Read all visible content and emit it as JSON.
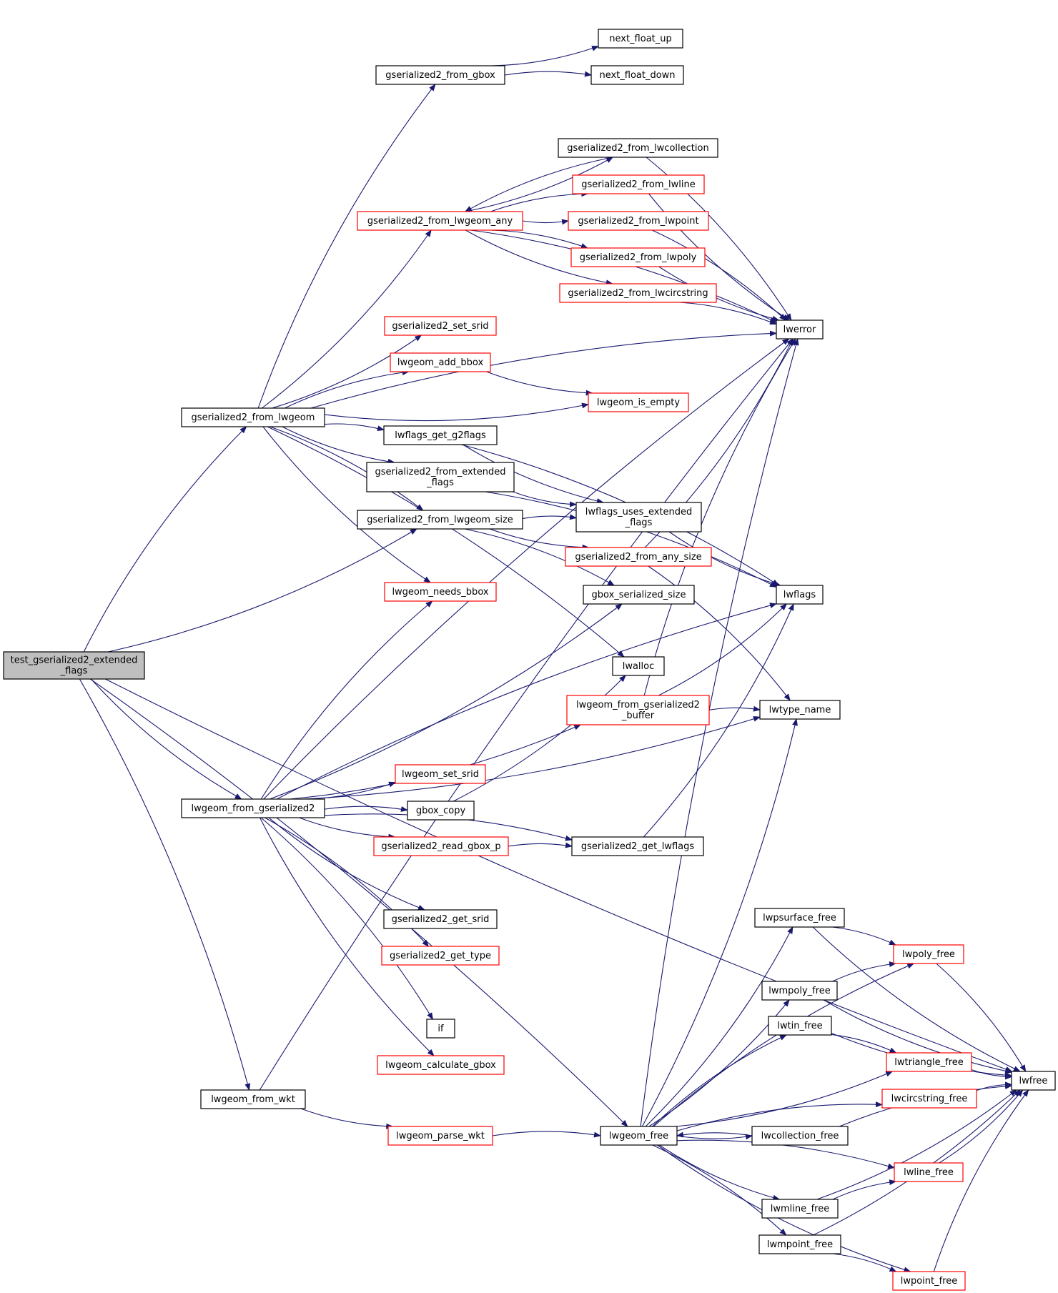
{
  "nodes": [
    {
      "id": "root",
      "lines": [
        "test_gserialized2_extended",
        "_flags"
      ],
      "root": true
    },
    {
      "id": "g2_from_lwgeom",
      "lines": [
        "gserialized2_from_lwgeom"
      ]
    },
    {
      "id": "lwgeom_from_g2",
      "lines": [
        "lwgeom_from_gserialized2"
      ]
    },
    {
      "id": "lwgeom_from_wkt",
      "lines": [
        "lwgeom_from_wkt"
      ]
    },
    {
      "id": "g2_from_gbox",
      "lines": [
        "gserialized2_from_gbox"
      ]
    },
    {
      "id": "next_float_up",
      "lines": [
        "next_float_up"
      ]
    },
    {
      "id": "next_float_down",
      "lines": [
        "next_float_down"
      ]
    },
    {
      "id": "g2_from_lwgeom_any",
      "lines": [
        "gserialized2_from_lwgeom_any"
      ],
      "red": true
    },
    {
      "id": "g2_from_lwcollection",
      "lines": [
        "gserialized2_from_lwcollection"
      ]
    },
    {
      "id": "g2_from_lwline",
      "lines": [
        "gserialized2_from_lwline"
      ],
      "red": true
    },
    {
      "id": "g2_from_lwpoint",
      "lines": [
        "gserialized2_from_lwpoint"
      ],
      "red": true
    },
    {
      "id": "g2_from_lwpoly",
      "lines": [
        "gserialized2_from_lwpoly"
      ],
      "red": true
    },
    {
      "id": "g2_from_lwcircstring",
      "lines": [
        "gserialized2_from_lwcircstring"
      ],
      "red": true
    },
    {
      "id": "lwerror",
      "lines": [
        "lwerror"
      ]
    },
    {
      "id": "g2_set_srid",
      "lines": [
        "gserialized2_set_srid"
      ],
      "red": true
    },
    {
      "id": "lwgeom_add_bbox",
      "lines": [
        "lwgeom_add_bbox"
      ],
      "red": true
    },
    {
      "id": "lwgeom_is_empty",
      "lines": [
        "lwgeom_is_empty"
      ],
      "red": true
    },
    {
      "id": "lwflags_get_g2flags",
      "lines": [
        "lwflags_get_g2flags"
      ]
    },
    {
      "id": "g2_from_extended_flags",
      "lines": [
        "gserialized2_from_extended",
        "_flags"
      ]
    },
    {
      "id": "lwflags_uses_extended_flags",
      "lines": [
        "lwflags_uses_extended",
        "_flags"
      ]
    },
    {
      "id": "g2_from_lwgeom_size",
      "lines": [
        "gserialized2_from_lwgeom_size"
      ]
    },
    {
      "id": "g2_from_any_size",
      "lines": [
        "gserialized2_from_any_size"
      ],
      "red": true
    },
    {
      "id": "lwflags",
      "lines": [
        "lwflags"
      ]
    },
    {
      "id": "lwgeom_needs_bbox",
      "lines": [
        "lwgeom_needs_bbox"
      ],
      "red": true
    },
    {
      "id": "gbox_serialized_size",
      "lines": [
        "gbox_serialized_size"
      ]
    },
    {
      "id": "lwalloc",
      "lines": [
        "lwalloc"
      ]
    },
    {
      "id": "lwgeom_from_g2_buffer",
      "lines": [
        "lwgeom_from_gserialized2",
        "_buffer"
      ],
      "red": true
    },
    {
      "id": "lwtype_name",
      "lines": [
        "lwtype_name"
      ]
    },
    {
      "id": "lwgeom_set_srid",
      "lines": [
        "lwgeom_set_srid"
      ],
      "red": true
    },
    {
      "id": "gbox_copy",
      "lines": [
        "gbox_copy"
      ]
    },
    {
      "id": "g2_read_gbox_p",
      "lines": [
        "gserialized2_read_gbox_p"
      ],
      "red": true
    },
    {
      "id": "g2_get_lwflags",
      "lines": [
        "gserialized2_get_lwflags"
      ]
    },
    {
      "id": "g2_get_srid",
      "lines": [
        "gserialized2_get_srid"
      ]
    },
    {
      "id": "g2_get_type",
      "lines": [
        "gserialized2_get_type"
      ],
      "red": true
    },
    {
      "id": "if",
      "lines": [
        "if"
      ]
    },
    {
      "id": "lwgeom_calculate_gbox",
      "lines": [
        "lwgeom_calculate_gbox"
      ],
      "red": true
    },
    {
      "id": "lwgeom_parse_wkt",
      "lines": [
        "lwgeom_parse_wkt"
      ],
      "red": true
    },
    {
      "id": "lwgeom_free",
      "lines": [
        "lwgeom_free"
      ]
    },
    {
      "id": "lwpsurface_free",
      "lines": [
        "lwpsurface_free"
      ]
    },
    {
      "id": "lwpoly_free",
      "lines": [
        "lwpoly_free"
      ],
      "red": true
    },
    {
      "id": "lwmpoly_free",
      "lines": [
        "lwmpoly_free"
      ]
    },
    {
      "id": "lwtin_free",
      "lines": [
        "lwtin_free"
      ]
    },
    {
      "id": "lwtriangle_free",
      "lines": [
        "lwtriangle_free"
      ],
      "red": true
    },
    {
      "id": "lwfree",
      "lines": [
        "lwfree"
      ]
    },
    {
      "id": "lwcircstring_free",
      "lines": [
        "lwcircstring_free"
      ],
      "red": true
    },
    {
      "id": "lwcollection_free",
      "lines": [
        "lwcollection_free"
      ]
    },
    {
      "id": "lwline_free",
      "lines": [
        "lwline_free"
      ],
      "red": true
    },
    {
      "id": "lwmline_free",
      "lines": [
        "lwmline_free"
      ]
    },
    {
      "id": "lwmpoint_free",
      "lines": [
        "lwmpoint_free"
      ]
    },
    {
      "id": "lwpoint_free",
      "lines": [
        "lwpoint_free"
      ],
      "red": true
    }
  ],
  "edges": [
    [
      "root",
      "g2_from_lwgeom"
    ],
    [
      "root",
      "lwgeom_from_g2"
    ],
    [
      "root",
      "lwgeom_from_wkt"
    ],
    [
      "root",
      "g2_from_lwgeom_size"
    ],
    [
      "root",
      "lwgeom_free"
    ],
    [
      "root",
      "lwfree"
    ],
    [
      "g2_from_lwgeom",
      "g2_from_gbox"
    ],
    [
      "g2_from_lwgeom",
      "g2_from_lwgeom_any"
    ],
    [
      "g2_from_lwgeom",
      "lwerror"
    ],
    [
      "g2_from_lwgeom",
      "g2_set_srid"
    ],
    [
      "g2_from_lwgeom",
      "lwgeom_add_bbox"
    ],
    [
      "g2_from_lwgeom",
      "lwgeom_is_empty"
    ],
    [
      "g2_from_lwgeom",
      "lwflags_get_g2flags"
    ],
    [
      "g2_from_lwgeom",
      "g2_from_extended_flags"
    ],
    [
      "g2_from_lwgeom",
      "g2_from_lwgeom_size"
    ],
    [
      "g2_from_lwgeom",
      "lwgeom_needs_bbox"
    ],
    [
      "g2_from_lwgeom",
      "lwalloc"
    ],
    [
      "g2_from_gbox",
      "next_float_up"
    ],
    [
      "g2_from_gbox",
      "next_float_down"
    ],
    [
      "g2_from_lwgeom_any",
      "g2_from_lwcollection"
    ],
    [
      "g2_from_lwgeom_any",
      "g2_from_lwline"
    ],
    [
      "g2_from_lwgeom_any",
      "g2_from_lwpoint"
    ],
    [
      "g2_from_lwgeom_any",
      "g2_from_lwpoly"
    ],
    [
      "g2_from_lwgeom_any",
      "g2_from_lwcircstring"
    ],
    [
      "g2_from_lwgeom_any",
      "lwerror"
    ],
    [
      "g2_from_lwcollection",
      "g2_from_lwgeom_any"
    ],
    [
      "g2_from_lwcollection",
      "lwerror"
    ],
    [
      "g2_from_lwline",
      "lwerror"
    ],
    [
      "g2_from_lwpoint",
      "lwerror"
    ],
    [
      "g2_from_lwpoly",
      "lwerror"
    ],
    [
      "g2_from_lwcircstring",
      "lwerror"
    ],
    [
      "lwgeom_add_bbox",
      "lwgeom_is_empty"
    ],
    [
      "lwflags_get_g2flags",
      "lwflags"
    ],
    [
      "lwflags_get_g2flags",
      "lwflags_uses_extended_flags"
    ],
    [
      "g2_from_extended_flags",
      "lwflags"
    ],
    [
      "g2_from_extended_flags",
      "lwflags_uses_extended_flags"
    ],
    [
      "g2_from_lwgeom_size",
      "lwflags_uses_extended_flags"
    ],
    [
      "g2_from_lwgeom_size",
      "g2_from_any_size"
    ],
    [
      "g2_from_lwgeom_size",
      "gbox_serialized_size"
    ],
    [
      "g2_from_any_size",
      "lwerror"
    ],
    [
      "g2_from_any_size",
      "lwtype_name"
    ],
    [
      "lwflags_uses_extended_flags",
      "lwflags"
    ],
    [
      "lwgeom_from_g2",
      "lwgeom_needs_bbox"
    ],
    [
      "lwgeom_from_g2",
      "gbox_serialized_size"
    ],
    [
      "lwgeom_from_g2",
      "lwerror"
    ],
    [
      "lwgeom_from_g2",
      "lwgeom_from_g2_buffer"
    ],
    [
      "lwgeom_from_g2",
      "lwflags"
    ],
    [
      "lwgeom_from_g2",
      "lwgeom_set_srid"
    ],
    [
      "lwgeom_from_g2",
      "gbox_copy"
    ],
    [
      "lwgeom_from_g2",
      "g2_read_gbox_p"
    ],
    [
      "lwgeom_from_g2",
      "g2_get_lwflags"
    ],
    [
      "lwgeom_from_g2",
      "g2_get_srid"
    ],
    [
      "lwgeom_from_g2",
      "g2_get_type"
    ],
    [
      "lwgeom_from_g2",
      "lwtype_name"
    ],
    [
      "lwgeom_from_g2",
      "if"
    ],
    [
      "lwgeom_from_g2",
      "lwgeom_calculate_gbox"
    ],
    [
      "lwgeom_from_g2_buffer",
      "lwerror"
    ],
    [
      "lwgeom_from_g2_buffer",
      "lwflags"
    ],
    [
      "lwgeom_from_g2_buffer",
      "lwtype_name"
    ],
    [
      "gbox_copy",
      "lwalloc"
    ],
    [
      "g2_read_gbox_p",
      "g2_get_lwflags"
    ],
    [
      "g2_get_lwflags",
      "lwflags"
    ],
    [
      "lwgeom_from_wkt",
      "lwerror"
    ],
    [
      "lwgeom_from_wkt",
      "lwgeom_parse_wkt"
    ],
    [
      "lwgeom_parse_wkt",
      "lwgeom_free"
    ],
    [
      "lwgeom_free",
      "lwpsurface_free"
    ],
    [
      "lwgeom_free",
      "lwpoly_free"
    ],
    [
      "lwgeom_free",
      "lwmpoly_free"
    ],
    [
      "lwgeom_free",
      "lwtin_free"
    ],
    [
      "lwgeom_free",
      "lwtriangle_free"
    ],
    [
      "lwgeom_free",
      "lwcircstring_free"
    ],
    [
      "lwgeom_free",
      "lwcollection_free"
    ],
    [
      "lwgeom_free",
      "lwline_free"
    ],
    [
      "lwgeom_free",
      "lwmline_free"
    ],
    [
      "lwgeom_free",
      "lwmpoint_free"
    ],
    [
      "lwgeom_free",
      "lwpoint_free"
    ],
    [
      "lwgeom_free",
      "lwerror"
    ],
    [
      "lwgeom_free",
      "lwtype_name"
    ],
    [
      "lwpsurface_free",
      "lwpoly_free"
    ],
    [
      "lwpsurface_free",
      "lwfree"
    ],
    [
      "lwmpoly_free",
      "lwpoly_free"
    ],
    [
      "lwmpoly_free",
      "lwfree"
    ],
    [
      "lwtin_free",
      "lwtriangle_free"
    ],
    [
      "lwtin_free",
      "lwfree"
    ],
    [
      "lwpoly_free",
      "lwfree"
    ],
    [
      "lwtriangle_free",
      "lwfree"
    ],
    [
      "lwcircstring_free",
      "lwfree"
    ],
    [
      "lwcollection_free",
      "lwgeom_free"
    ],
    [
      "lwcollection_free",
      "lwfree"
    ],
    [
      "lwline_free",
      "lwfree"
    ],
    [
      "lwmline_free",
      "lwline_free"
    ],
    [
      "lwmline_free",
      "lwfree"
    ],
    [
      "lwmpoint_free",
      "lwpoint_free"
    ],
    [
      "lwmpoint_free",
      "lwfree"
    ],
    [
      "lwpoint_free",
      "lwfree"
    ]
  ],
  "colors": {
    "edge": "#191970",
    "node_border": "#000000",
    "node_border_red": "#ff0000",
    "root_fill": "#bfbfbf"
  }
}
